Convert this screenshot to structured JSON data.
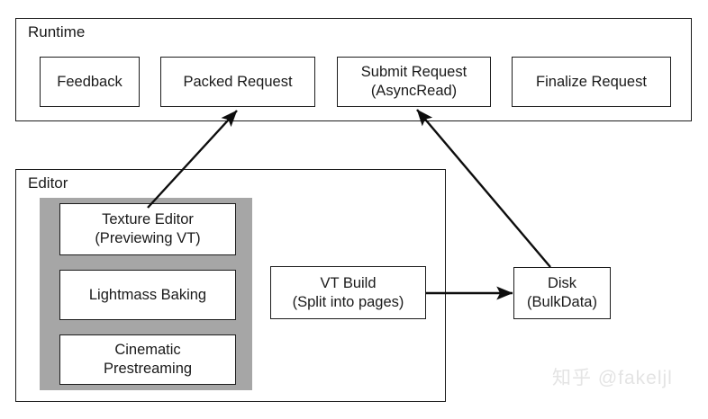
{
  "diagram": {
    "background_color": "#ffffff",
    "stroke_color": "#1c1c1c",
    "gray_panel_color": "#a6a6a6",
    "groups": [
      {
        "id": "runtime",
        "label": "Runtime"
      },
      {
        "id": "editor",
        "label": "Editor"
      }
    ],
    "runtime_nodes": [
      {
        "id": "feedback",
        "line1": "Feedback",
        "line2": ""
      },
      {
        "id": "packed-request",
        "line1": "Packed Request",
        "line2": ""
      },
      {
        "id": "submit-request",
        "line1": "Submit Request",
        "line2": "(AsyncRead)"
      },
      {
        "id": "finalize-request",
        "line1": "Finalize Request",
        "line2": ""
      }
    ],
    "editor_panel_nodes": [
      {
        "id": "texture-editor",
        "line1": "Texture Editor",
        "line2": "(Previewing VT)"
      },
      {
        "id": "lightmass-baking",
        "line1": "Lightmass Baking",
        "line2": ""
      },
      {
        "id": "cinematic-prestreaming",
        "line1": "Cinematic",
        "line2": "Prestreaming"
      }
    ],
    "editor_nodes": [
      {
        "id": "vt-build",
        "line1": "VT Build",
        "line2": "(Split into pages)"
      }
    ],
    "standalone_nodes": [
      {
        "id": "disk",
        "line1": "Disk",
        "line2": "(BulkData)"
      }
    ],
    "arrows": [
      {
        "id": "texture-editor-to-packed-request",
        "from": "texture-editor",
        "to": "packed-request"
      },
      {
        "id": "disk-to-submit-request",
        "from": "disk",
        "to": "submit-request"
      },
      {
        "id": "vt-build-to-disk",
        "from": "vt-build",
        "to": "disk"
      }
    ]
  },
  "watermark": {
    "text": "知乎 @fakeljl"
  }
}
